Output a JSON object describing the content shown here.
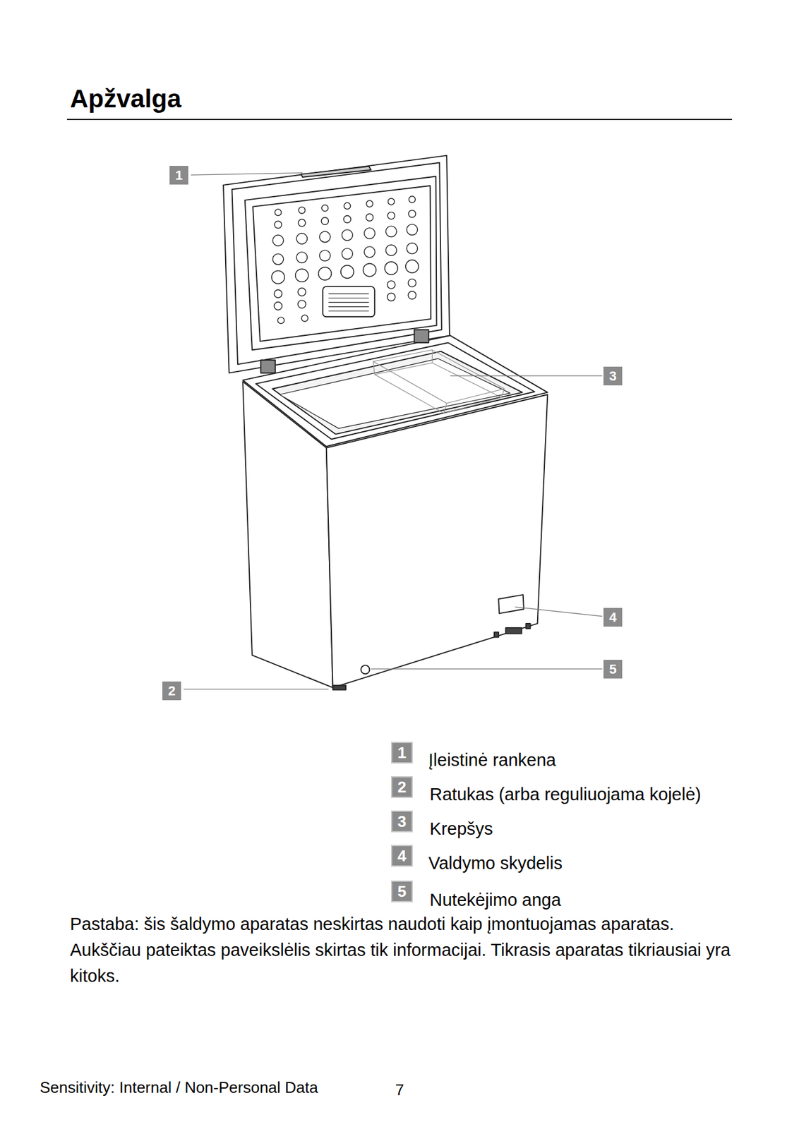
{
  "diagram": {
    "title": "Apžvalga",
    "labels": [
      "1",
      "2",
      "3",
      "4",
      "5",
      "1",
      "Įleistinė rankena",
      "2",
      "Ratukas (arba reguliuojama kojelė)",
      "3",
      "Krepšys",
      "4",
      "Valdymo skydelis",
      "5",
      "Nutekėjimo anga",
      "Pastaba: šis šaldymo aparatas neskirtas naudoti kaip įmontuojamas aparatas. Aukščiau pateiktas paveikslėlis skirtas tik informacijai. Tikrasis aparatas tikriausiai yra kitoks.",
      "Sensitivity: Internal / Non-Personal Data",
      "7"
    ]
  }
}
